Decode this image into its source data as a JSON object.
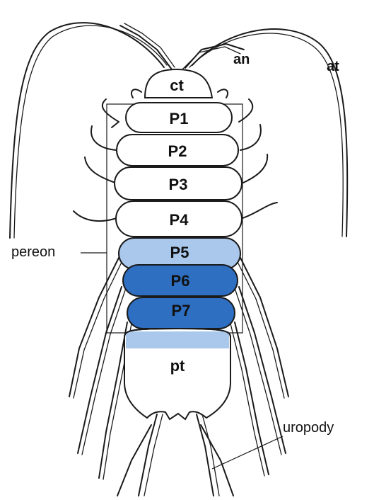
{
  "labels": {
    "antennule": "an",
    "antenna": "at",
    "cephalothorax": "ct",
    "pleotelson": "pt"
  },
  "segments": [
    {
      "label": "P1",
      "color": "#ffffff"
    },
    {
      "label": "P2",
      "color": "#ffffff"
    },
    {
      "label": "P3",
      "color": "#ffffff"
    },
    {
      "label": "P4",
      "color": "#ffffff"
    },
    {
      "label": "P5",
      "color": "#a9c8ec"
    },
    {
      "label": "P6",
      "color": "#2e6fc2"
    },
    {
      "label": "P7",
      "color": "#2e6fc2"
    }
  ],
  "callouts": {
    "pereon": "pereon",
    "uropody": "uropody"
  },
  "colors": {
    "light_blue": "#a9c8ec",
    "dark_blue": "#2e6fc2",
    "outline": "#1a1a1a"
  }
}
